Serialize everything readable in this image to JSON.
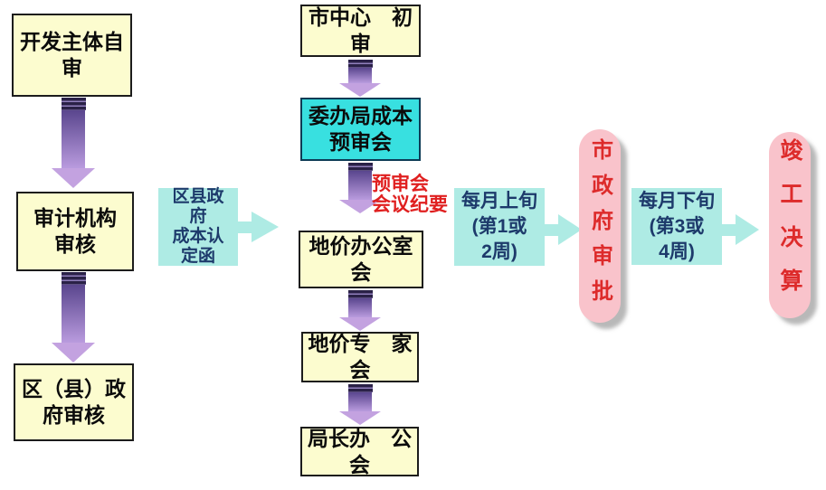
{
  "colors": {
    "box_yellow": "#fcfccf",
    "box_border_dark": "#1c1c1c",
    "cyan_bright": "#38e0e0",
    "cyan_pale": "#aeebe4",
    "text_navy": "#1d3a6b",
    "text_red": "#e02020",
    "capsule_pink": "#f9c3cb",
    "capsule_text_red": "#dd2b2b",
    "arrow_purple_head": "#c3a2e0"
  },
  "left_flow": {
    "self_review": "开发主体自\n审",
    "audit_review": "审计机构\n审核",
    "district_review": "区（县）政\n府审核"
  },
  "cost_confirmation_note": "区县政\n府\n成本认\n定函",
  "center_flow": {
    "city_center_initial_review": "市中心　初\n审",
    "bureau_cost_pre_review_meeting": "委办局成本\n预审会",
    "pre_review_minutes_label": "预审会\n会议纪要",
    "land_price_office_meeting": "地价办公室\n会",
    "land_price_expert_meeting": "地价专　家\n会",
    "director_office_meeting": "局长办　公\n会"
  },
  "right_flow": {
    "early_month_schedule": "每月上旬\n(第1或\n2周)",
    "city_govt_approval": "市政府审批",
    "late_month_schedule": "每月下旬\n(第3或\n4周)",
    "final_accounts": "竣工决算"
  }
}
